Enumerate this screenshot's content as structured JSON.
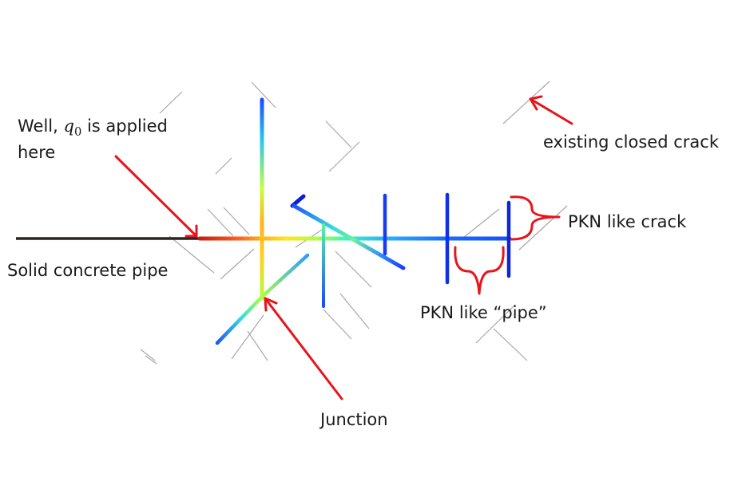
{
  "labels": {
    "well_line1_prefix": "Well, ",
    "well_symbol": "q",
    "well_subscript": "0",
    "well_line1_suffix": " is applied",
    "well_line2": "here",
    "existing_crack": "existing closed crack",
    "pkn_crack": "PKN like crack",
    "solid_pipe": "Solid concrete pipe",
    "pkn_pipe": "PKN like “pipe”",
    "junction": "Junction"
  },
  "colors": {
    "pipe_black": "#2b2320",
    "existing_crack_gray": "#a8a8a8",
    "annotation_red": "#e8141b",
    "fracture_dark_blue": "#0a1fd6",
    "fracture_blue": "#1565ff",
    "fracture_cyan": "#20d5e8",
    "fracture_green": "#7dff5a",
    "fracture_yellow": "#ffe61e",
    "fracture_orange": "#ff7a1a",
    "fracture_red": "#e4201a"
  }
}
